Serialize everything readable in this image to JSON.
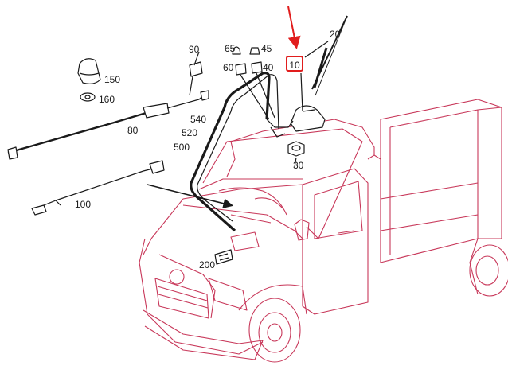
{
  "diagram": {
    "part_callouts": {
      "c90": "90",
      "c65": "65",
      "c45": "45",
      "c60": "60",
      "c40": "40",
      "c10": "10",
      "c20": "20",
      "c150": "150",
      "c160": "160",
      "c80": "80",
      "c540": "540",
      "c520": "520",
      "c500": "500",
      "c30": "30",
      "c100": "100",
      "c200": "200"
    },
    "highlighted_part": "10",
    "colors": {
      "vehicle_outline": "#c8385a",
      "parts_outline": "#1a1a1a",
      "highlight_box": "#e11d1d",
      "pointer_arrow": "#e11d1d"
    }
  }
}
